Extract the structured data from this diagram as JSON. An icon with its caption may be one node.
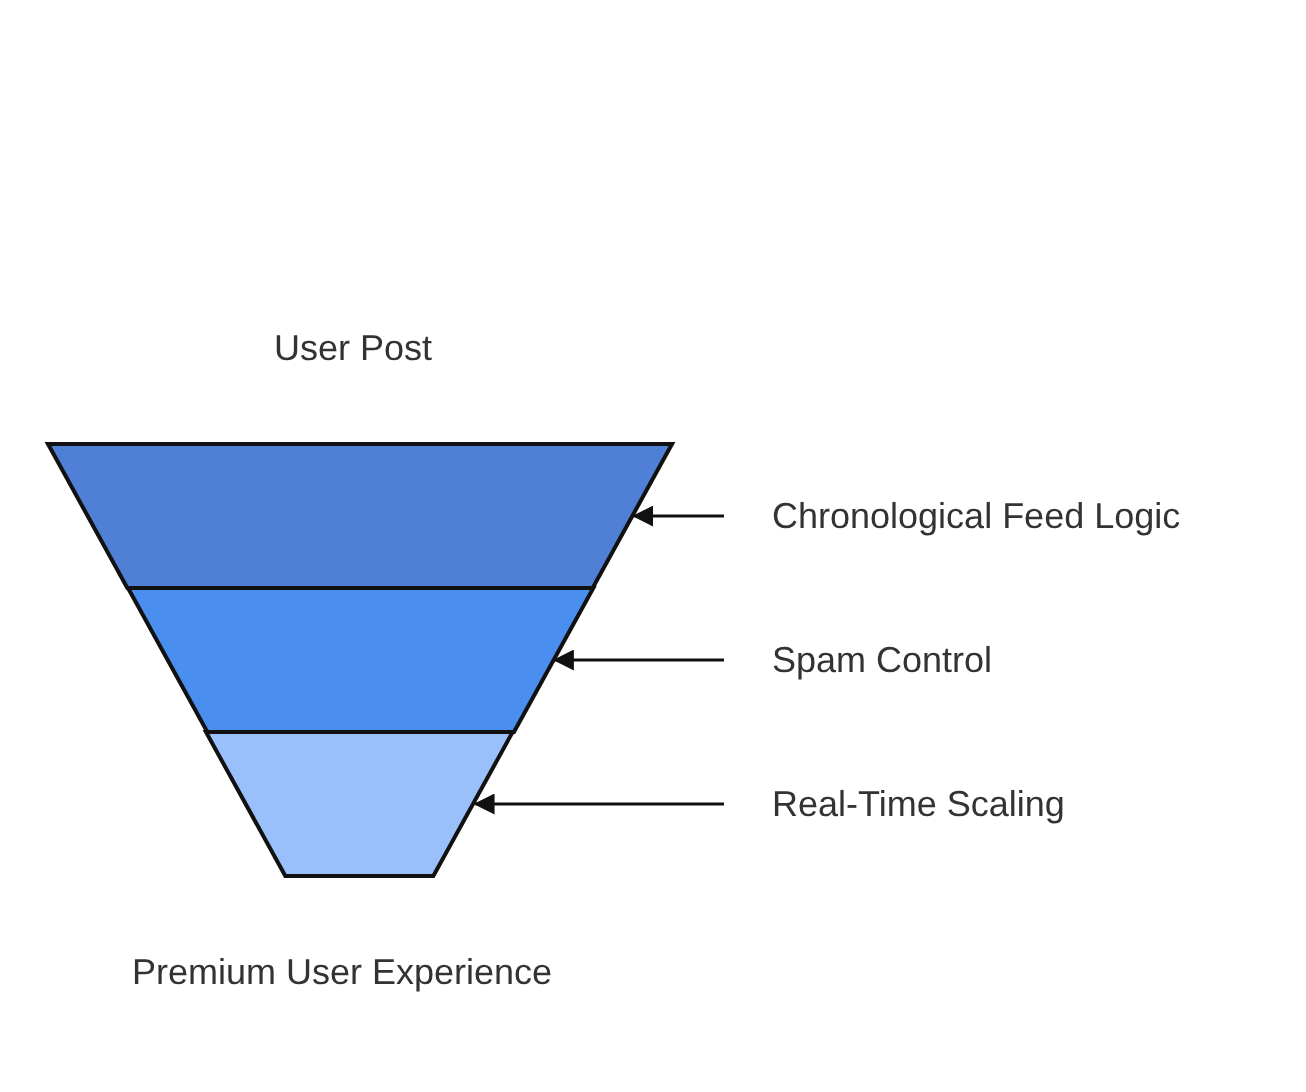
{
  "diagram": {
    "nodes": [
      {
        "text": [],
        "shape": "band"
      },
      {
        "text": [],
        "shape": "band"
      },
      {
        "text": [],
        "shape": "band"
      },
      {
        "text": [
          "Chronological Feed Logic"
        ]
      },
      {
        "text": [
          "Spam Control"
        ]
      },
      {
        "text": [
          "Real-Time Scaling"
        ]
      }
    ],
    "edges": [
      {
        "from": 3,
        "to": 0,
        "arrow": "to"
      },
      {
        "from": 4,
        "to": 1,
        "arrow": "to"
      },
      {
        "from": 5,
        "to": 2,
        "arrow": "to"
      }
    ],
    "labels": [
      "User Post",
      "Premium User Experience"
    ]
  }
}
